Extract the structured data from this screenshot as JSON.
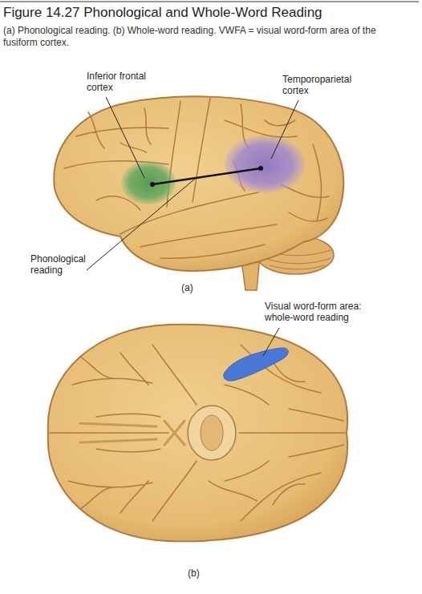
{
  "diagram": {
    "title": "Figure 14.27 Phonological and Whole-Word Reading",
    "caption": "(a) Phonological reading. (b) Whole-word reading. VWFA = visual word-form area of the fusiform cortex.",
    "labels": [
      "Inferior frontal cortex",
      "Temporoparietal cortex",
      "Phonological reading",
      "(a)",
      "Visual word-form area: whole-word reading",
      "(b)"
    ]
  }
}
